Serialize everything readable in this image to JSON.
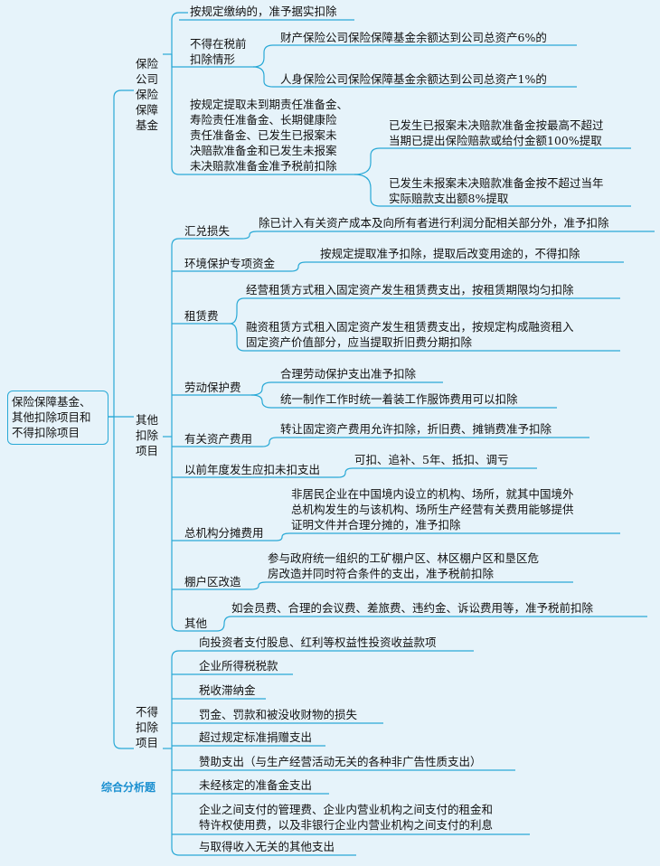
{
  "root": "保险保障基金、\n其他扣除项目和\n不得扣除项目",
  "badge": "综合分析题",
  "b1": {
    "label": "保险\n公司\n保险\n保障\n基金",
    "c1": "按规定缴纳的，准予据实扣除",
    "c2": "不得在税前\n扣除情形",
    "c2a": "财产保险公司保险保障基金余额达到公司总资产6%的",
    "c2b": "人身保险公司保险保障基金余额达到公司总资产1%的",
    "c3": "按规定提取未到期责任准备金、\n寿险责任准备金、长期健康险\n责任准备金、已发生已报案未\n决赔款准备金和已发生未报案\n未决赔款准备金准予税前扣除",
    "c3a": "已发生已报案未决赔款准备金按最高不超过\n当期已提出保险赔款或给付金额100%提取",
    "c3b": "已发生未报案未决赔款准备金按不超过当年\n实际赔款支出额8%提取"
  },
  "b2": {
    "label": "其他\n扣除\n项目",
    "i1": "汇兑损失",
    "i1a": "除已计入有关资产成本及向所有者进行利润分配相关部分外，准予扣除",
    "i2": "环境保护专项资金",
    "i2a": "按规定提取准予扣除，提取后改变用途的，不得扣除",
    "i3": "租赁费",
    "i3a": "经营租赁方式租入固定资产发生租赁费支出，按租赁期限均匀扣除",
    "i3b": "融资租赁方式租入固定资产发生租赁费支出，按规定构成融资租入\n固定资产价值部分，应当提取折旧费分期扣除",
    "i4": "劳动保护费",
    "i4a": "合理劳动保护支出准予扣除",
    "i4b": "统一制作工作时统一着装工作服饰费用可以扣除",
    "i5": "有关资产费用",
    "i5a": "转让固定资产费用允许扣除，折旧费、摊销费准予扣除",
    "i6": "以前年度发生应扣未扣支出",
    "i6a": "可扣、追补、5年、抵扣、调亏",
    "i7": "总机构分摊费用",
    "i7a": "非居民企业在中国境内设立的机构、场所，就其中国境外\n总机构发生的与该机构、场所生产经营有关费用能够提供\n证明文件并合理分摊的，准予扣除",
    "i8": "棚户区改造",
    "i8a": "参与政府统一组织的工矿棚户区、林区棚户区和垦区危\n房改造并同时符合条件的支出，准予税前扣除",
    "i9": "其他",
    "i9a": "如会员费、合理的会议费、差旅费、违约金、诉讼费用等，准予税前扣除"
  },
  "b3": {
    "label": "不得\n扣除\n项目",
    "items": [
      "向投资者支付股息、红利等权益性投资收益款项",
      "企业所得税税款",
      "税收滞纳金",
      "罚金、罚款和被没收财物的损失",
      "超过规定标准捐赠支出",
      "赞助支出（与生产经营活动无关的各种非广告性质支出）",
      "未经核定的准备金支出",
      "企业之间支付的管理费、企业内营业机构之间支付的租金和\n特许权使用费，以及非银行企业内营业机构之间支付的利息",
      "与取得收入无关的其他支出"
    ]
  },
  "colors": {
    "line": "#29a9d6",
    "background": "#e6f3fa",
    "badge": "#1a8fd0"
  }
}
